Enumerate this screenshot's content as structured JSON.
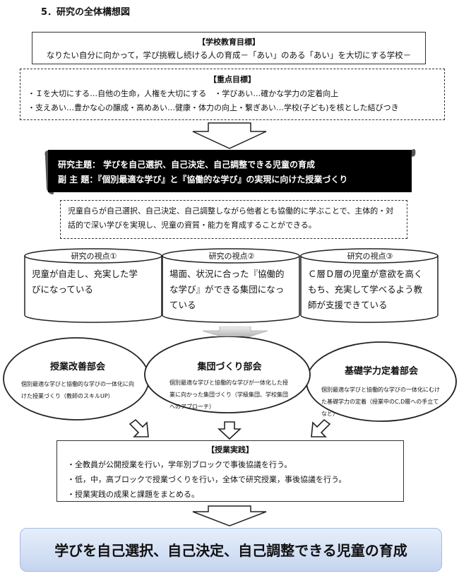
{
  "section_title": "5．研究の全体構想図",
  "school_goal": {
    "title": "【学校教育目標】",
    "body": "なりたい自分に向かって，学び挑戦し続ける人の育成－「あい」のある「あい」を大切にする学校－"
  },
  "focus_goal": {
    "title": "【重点目標】",
    "line1": "・Ｉを大切にする…自他の生命，人権を大切にする　・学びあい…確かな学力の定着向上",
    "line2": "・支えあい…豊かな心の醸成・高めあい…健康・体力の向上・繋ぎあい…学校(子ども)を核とした結びつき"
  },
  "research_theme": {
    "main": "研究主題：  学びを自己選択、自己決定、自己調整できる児童の育成",
    "sub": "副  主  題：『個別最適な学び』と『協働的な学び』の実現に向けた授業づくり"
  },
  "aim_text": "児童自らが自己選択、自己決定、自己調整しながら他者とも協働的に学ぶことで、主体的・対話的で深い学びを実現し、児童の資質・能力を育成することができる。",
  "viewpoints": [
    {
      "label": "研究の視点①",
      "text": "児童が自走し、充実した学びになっている"
    },
    {
      "label": "研究の視点②",
      "text": "場面、状況に合った『協働的な学び』ができる集団になっている"
    },
    {
      "label": "研究の視点③",
      "text": "Ｃ層Ｄ層の児童が意欲を高くもち、充実して学べるよう教師が支援できている"
    }
  ],
  "departments": [
    {
      "name": "授業改善部会",
      "desc": "個別最適な学びと協働的な学びの一体化に向けた授業づくり（教師のスキルUP）"
    },
    {
      "name": "集団づくり部会",
      "desc": "個別最適な学びと協働的な学びが一体化した授業に向かった集団づくり（学級集団、学校集団へのアプローチ）"
    },
    {
      "name": "基礎学力定着部会",
      "desc": "個別最適な学びと協働的な学びの一体化にむけた基礎学力の定着（授業中のC,D層への手立てなど）"
    }
  ],
  "practice": {
    "title": "【授業実践】",
    "items": [
      "・全教員が公開授業を行い，学年別ブロックで事後協議を行う。",
      "・低，中，高ブロックで授業づくりを行い，全体で研究授業，事後協議を行う。",
      "・授業実践の成果と課題をまとめる。"
    ]
  },
  "final_goal": "学びを自己選択、自己決定、自己調整できる児童の育成"
}
